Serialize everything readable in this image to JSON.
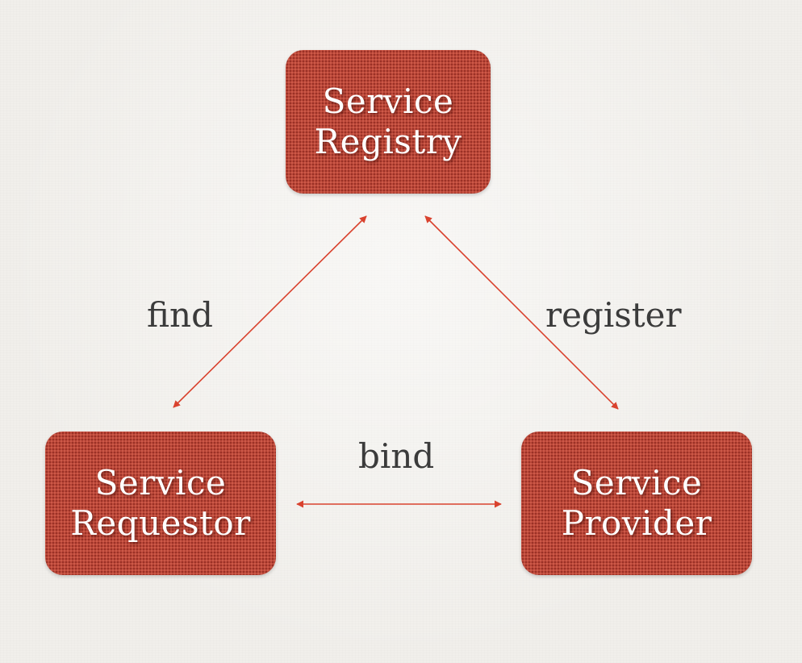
{
  "nodes": {
    "registry": {
      "line1": "Service",
      "line2": "Registry"
    },
    "requestor": {
      "line1": "Service",
      "line2": "Requestor"
    },
    "provider": {
      "line1": "Service",
      "line2": "Provider"
    }
  },
  "edges": {
    "find": "find",
    "register": "register",
    "bind": "bind"
  },
  "colors": {
    "node_fill": "#c04a3b",
    "arrow": "#d9422e",
    "label_text": "#3b3b3b",
    "background": "#f1efeb"
  }
}
